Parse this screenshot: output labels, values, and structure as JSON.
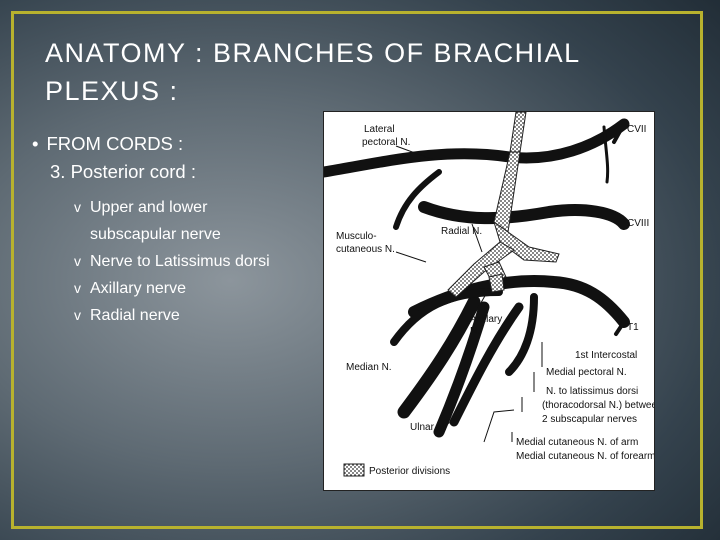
{
  "slide": {
    "title_line1": "ANATOMY : BRANCHES OF BRACHIAL",
    "title_line2": "PLEXUS :",
    "bullet_mark": "•",
    "bullet": "FROM CORDS :",
    "subheading": "3. Posterior cord :",
    "sub_mark": "v",
    "items": [
      "Upper and lower",
      "subscapular nerve",
      "Nerve to Latissimus dorsi",
      "Axillary nerve",
      "Radial nerve"
    ]
  },
  "figure": {
    "labels": {
      "lateral_pectoral_1": "Lateral",
      "lateral_pectoral_2": "pectoral N.",
      "cvii": "CVII",
      "cviii": "CVIII",
      "t1": "T1",
      "radial": "Radial N.",
      "musculo_1": "Musculo-",
      "musculo_2": "cutaneous N.",
      "axillary_1": "Axillary",
      "axillary_2": "N.",
      "first_intercostal": "1st Intercostal",
      "medial_pectoral": "Medial pectoral N.",
      "latissimus_1": "N. to latissimus dorsi",
      "latissimus_2": "(thoracodorsal N.) between",
      "latissimus_3": "2 subscapular nerves",
      "median": "Median N.",
      "ulnar": "Ulnar N.",
      "med_cut_arm": "Medial cutaneous N. of arm",
      "med_cut_forearm": "Medial cutaneous N. of forearm",
      "posterior_divisions": "Posterior divisions"
    }
  }
}
